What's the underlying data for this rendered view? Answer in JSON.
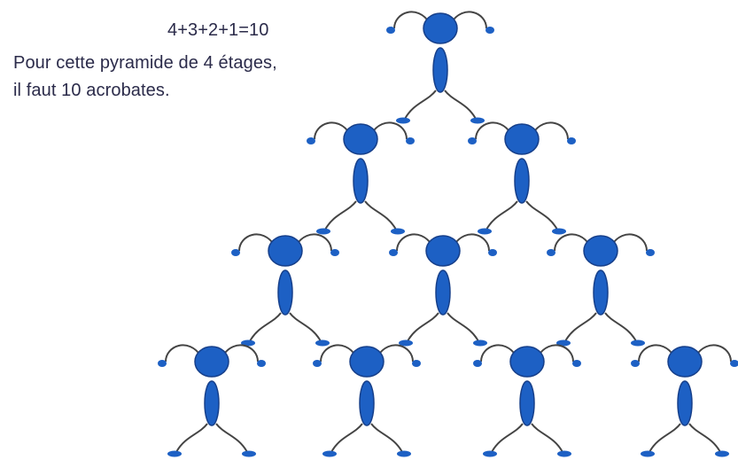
{
  "caption": {
    "equation": "4+3+2+1=10",
    "line1": "Pour cette pyramide de 4 étages,",
    "line2": "il faut 10 acrobates."
  },
  "pyramid": {
    "levels": 4,
    "acrobats_per_row_top_to_bottom": [
      1,
      2,
      3,
      4
    ],
    "total_acrobats": 10
  },
  "colors": {
    "figure_fill": "#1d60c4",
    "figure_stroke": "#163f8a",
    "arm_line": "#444444",
    "text": "#2b2b4a"
  },
  "icons": {
    "acrobat": "acrobat-icon"
  }
}
